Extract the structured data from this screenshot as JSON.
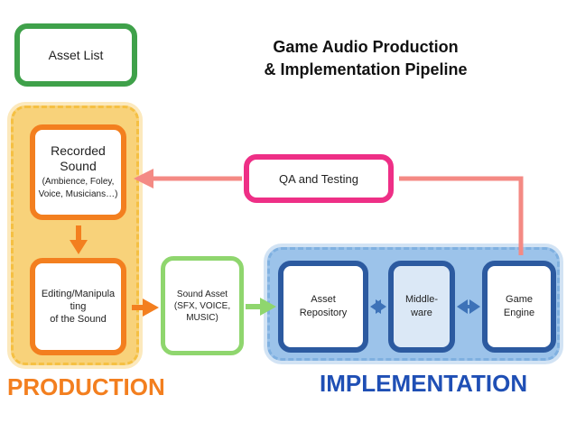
{
  "title": {
    "line1": "Game Audio Production",
    "line2": "& Implementation Pipeline"
  },
  "nodes": {
    "asset_list": "Asset List",
    "recorded_sound": {
      "line1": "Recorded",
      "line2": "Sound",
      "detail1": "(Ambience, Foley,",
      "detail2": "Voice, Musicians…)"
    },
    "editing": {
      "line1": "Editing/Manipula",
      "line2": "ting",
      "line3": "of the Sound"
    },
    "sound_asset": {
      "line1": "Sound Asset",
      "line2": "(SFX, VOICE,",
      "line3": "MUSIC)"
    },
    "qa_testing": "QA and Testing",
    "asset_repository": {
      "line1": "Asset",
      "line2": "Repository"
    },
    "middleware": {
      "line1": "Middle-",
      "line2": "ware"
    },
    "game_engine": {
      "line1": "Game",
      "line2": "Engine"
    }
  },
  "group_labels": {
    "production": "PRODUCTION",
    "implementation": "IMPLEMENTATION"
  },
  "colors": {
    "production_fill": "#f8d27a",
    "implementation_fill": "#9cc3ea",
    "orange": "#f37f1f",
    "green": "#3fa14a",
    "light_green": "#8fd66e",
    "pink": "#ee2f86",
    "blue": "#2c5aa0",
    "salmon_arrow": "#f48a84"
  }
}
